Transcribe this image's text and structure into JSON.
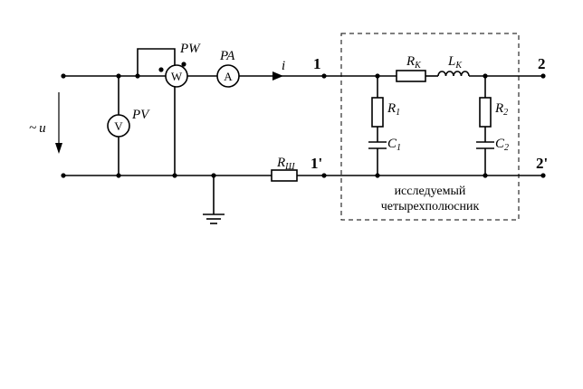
{
  "source": {
    "label_tilde": "~",
    "label_var": "u"
  },
  "current": {
    "label": "i"
  },
  "meters": {
    "wattmeter": {
      "symbol": "W",
      "name": "PW"
    },
    "ammeter": {
      "symbol": "A",
      "name": "PA"
    },
    "voltmeter": {
      "symbol": "V",
      "name": "PV"
    }
  },
  "terminals": {
    "t1": "1",
    "t1p": "1'",
    "t2": "2",
    "t2p": "2'"
  },
  "components": {
    "rk": {
      "letter": "R",
      "sub": "К"
    },
    "lk": {
      "letter": "L",
      "sub": "К"
    },
    "r1": {
      "letter": "R",
      "sub": "1"
    },
    "c1": {
      "letter": "C",
      "sub": "1"
    },
    "r2": {
      "letter": "R",
      "sub": "2"
    },
    "c2": {
      "letter": "C",
      "sub": "2"
    },
    "rsh": {
      "letter": "R",
      "sub": "Ш"
    }
  },
  "box_caption": {
    "line1": "исследуемый",
    "line2": "четырехполюсник"
  }
}
